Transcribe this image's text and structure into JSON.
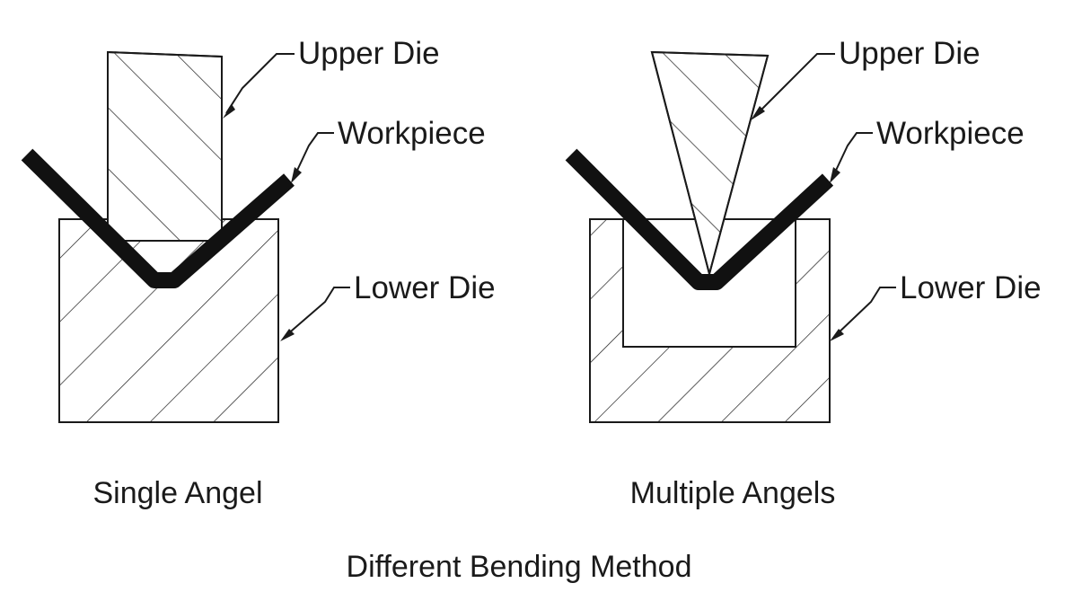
{
  "labels": {
    "upper_die": "Upper Die",
    "workpiece": "Workpiece",
    "lower_die": "Lower Die"
  },
  "captions": {
    "single": "Single Angel",
    "multiple": "Multiple Angels"
  },
  "title": "Different Bending Method",
  "colors": {
    "line": "#1a1a1a",
    "workpiece": "#111111",
    "background": "#ffffff"
  }
}
